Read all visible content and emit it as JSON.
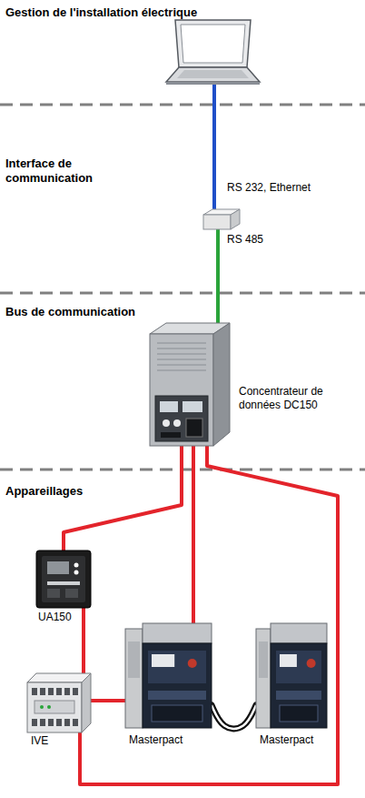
{
  "diagram": {
    "nodes": [
      {
        "text": [
          "Concentrateur de données DC150"
        ]
      },
      {
        "text": [
          "UA150"
        ]
      },
      {
        "text": [
          "IVE"
        ]
      },
      {
        "text": [
          "Masterpact"
        ]
      },
      {
        "text": [
          "Masterpact"
        ]
      }
    ],
    "edges": [
      {
        "from": 0,
        "to": 1,
        "arrow": "none"
      },
      {
        "from": 1,
        "to": 2,
        "arrow": "none"
      },
      {
        "from": 0,
        "to": 3,
        "arrow": "none"
      },
      {
        "from": 3,
        "to": 2,
        "arrow": "none"
      },
      {
        "from": 0,
        "to": 2,
        "arrow": "none"
      },
      {
        "from": 3,
        "to": 4,
        "arrow": "none"
      }
    ],
    "labels": [
      "Gestion de l'installation électrique",
      "Interface de communication",
      "RS 232, Ethernet",
      "RS 485",
      "Bus de communication",
      "Appareillages"
    ]
  }
}
